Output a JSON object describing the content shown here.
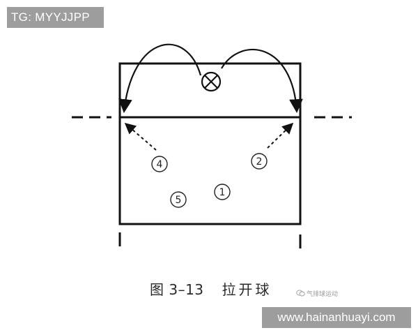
{
  "watermark": {
    "handle": "TG: MYYJJPP",
    "url": "www.hainanhuayi.com",
    "account": "气排球运动"
  },
  "caption": {
    "figure_number": "图 3–13",
    "title": "拉开球"
  },
  "diagram": {
    "players": [
      {
        "id": "1",
        "label": "1"
      },
      {
        "id": "2",
        "label": "2"
      },
      {
        "id": "4",
        "label": "4"
      },
      {
        "id": "5",
        "label": "5"
      }
    ],
    "ball_symbol": "⊗",
    "colors": {
      "line": "#111111",
      "badge_background": "#8c8c8c",
      "badge_text": "#ffffff",
      "caption": "#2a2a2a"
    }
  }
}
